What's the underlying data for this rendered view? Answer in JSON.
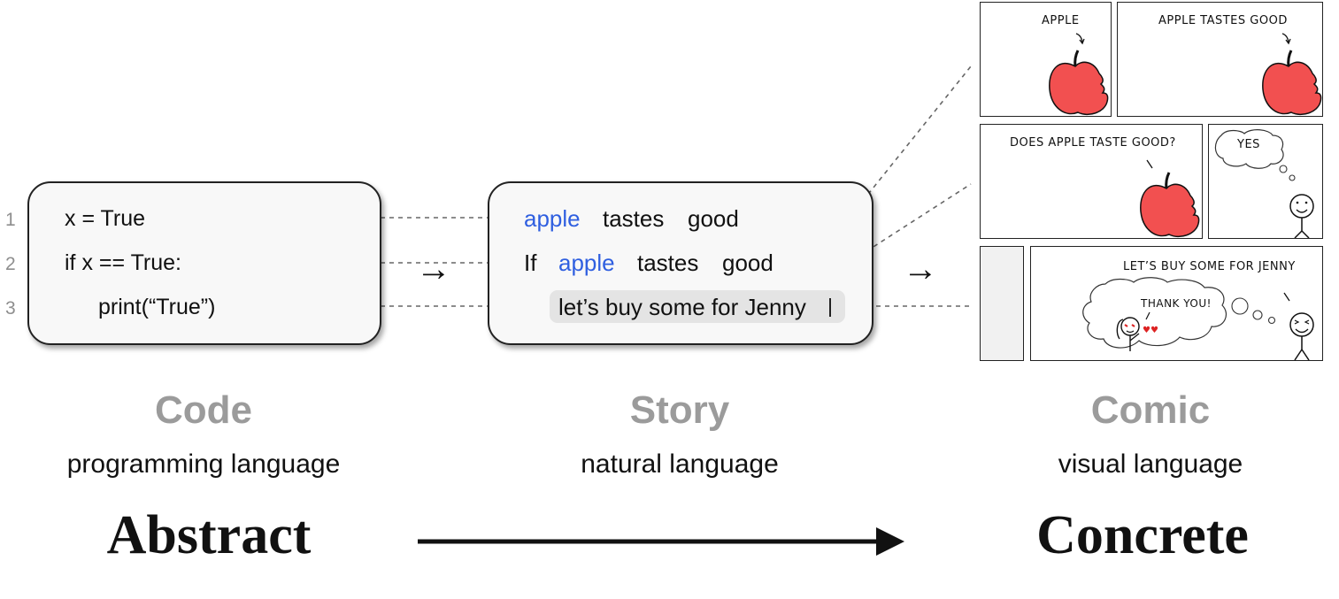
{
  "code": {
    "line_numbers": [
      "1",
      "2",
      "3"
    ],
    "lines": [
      "x = True",
      "if x == True:",
      "print(“True”)"
    ],
    "heading": "Code",
    "subheading": "programming language"
  },
  "story": {
    "line1": [
      "apple",
      "tastes",
      "good"
    ],
    "line2": [
      "If",
      "apple",
      "tastes",
      "good"
    ],
    "line3": "let’s buy some for Jenny",
    "heading": "Story",
    "subheading": "natural language"
  },
  "comic": {
    "heading": "Comic",
    "subheading": "visual language",
    "panel1_caption": "APPLE",
    "panel2_caption": "APPLE TASTES GOOD",
    "panel3_caption": "DOES APPLE TASTE GOOD?",
    "panel4_bubble": "YES",
    "panel6_caption": "LET’S BUY SOME FOR JENNY",
    "panel6_bubble": "THANK YOU!"
  },
  "arrows": {
    "small": "→"
  },
  "bottom": {
    "left": "Abstract",
    "right": "Concrete"
  },
  "colors": {
    "highlight_word": "#2f5fe0",
    "apple": "#f25050",
    "heading_gray": "#9b9b9b"
  }
}
